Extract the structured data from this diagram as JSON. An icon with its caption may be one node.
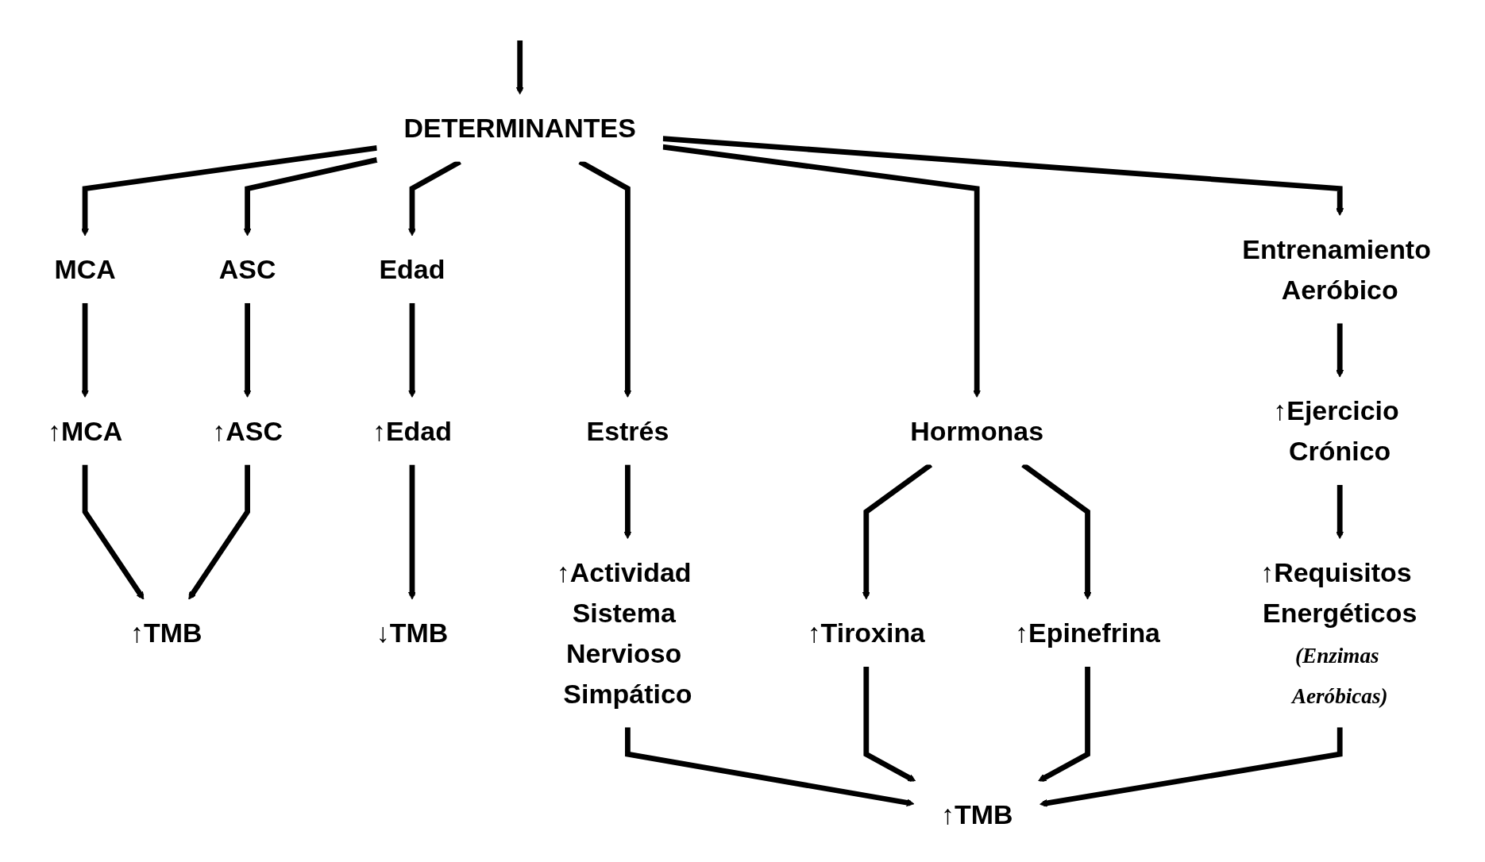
{
  "diagram": {
    "nodes": [
      {
        "text": [
          "DETERMINANTES"
        ]
      },
      {
        "text": [
          "MCA"
        ]
      },
      {
        "text": [
          "ASC"
        ]
      },
      {
        "text": [
          "Edad"
        ]
      },
      {
        "text": [
          "Estrés"
        ]
      },
      {
        "text": [
          "Hormonas"
        ]
      },
      {
        "text": [
          "Entrenamiento Aeróbico"
        ]
      },
      {
        "text": [
          "↑MCA"
        ]
      },
      {
        "text": [
          "↑ASC"
        ]
      },
      {
        "text": [
          "↑TMB"
        ]
      },
      {
        "text": [
          "↑Edad"
        ]
      },
      {
        "text": [
          "↓TMB"
        ]
      },
      {
        "text": [
          "↑Tiroxina"
        ]
      },
      {
        "text": [
          "↑Epinefrina"
        ]
      },
      {
        "text": [
          "↑Ejercicio Crónico"
        ]
      },
      {
        "text": [
          "↑Actividad Sistema Nervioso Simpático"
        ]
      },
      {
        "text": [
          "↑Requisitos Energéticos",
          "(Enzimas Aeróbicas)"
        ]
      },
      {
        "text": [
          "↑TMB"
        ]
      }
    ],
    "edges": [
      {
        "from": null,
        "to": 0,
        "arrow": "to"
      },
      {
        "from": 0,
        "to": 1,
        "arrow": "to"
      },
      {
        "from": 0,
        "to": 2,
        "arrow": "to"
      },
      {
        "from": 0,
        "to": 3,
        "arrow": "to"
      },
      {
        "from": 0,
        "to": 4,
        "arrow": "to"
      },
      {
        "from": 0,
        "to": 5,
        "arrow": "to"
      },
      {
        "from": 0,
        "to": 6,
        "arrow": "to"
      },
      {
        "from": 1,
        "to": 7,
        "arrow": "to"
      },
      {
        "from": 2,
        "to": 8,
        "arrow": "to"
      },
      {
        "from": 7,
        "to": 9,
        "arrow": "to"
      },
      {
        "from": 8,
        "to": 9,
        "arrow": "to"
      },
      {
        "from": 3,
        "to": 10,
        "arrow": "to"
      },
      {
        "from": 10,
        "to": 11,
        "arrow": "to"
      },
      {
        "from": 4,
        "to": 15,
        "arrow": "to"
      },
      {
        "from": 5,
        "to": 12,
        "arrow": "to"
      },
      {
        "from": 5,
        "to": 13,
        "arrow": "to"
      },
      {
        "from": 6,
        "to": 14,
        "arrow": "to"
      },
      {
        "from": 14,
        "to": 16,
        "arrow": "to"
      },
      {
        "from": 15,
        "to": 17,
        "arrow": "to"
      },
      {
        "from": 12,
        "to": 17,
        "arrow": "to"
      },
      {
        "from": 13,
        "to": 17,
        "arrow": "to"
      },
      {
        "from": 16,
        "to": 17,
        "arrow": "to"
      }
    ]
  }
}
